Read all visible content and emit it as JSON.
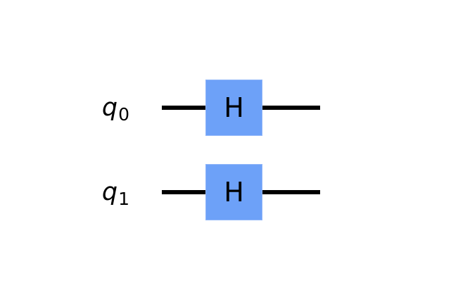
{
  "diagram": {
    "type": "quantum-circuit",
    "colors": {
      "background": "#ffffff",
      "wire": "#000000",
      "gate-fill": "#6da1f8",
      "gate-border": "#8fb5f9",
      "text": "#000000"
    },
    "qubits": [
      {
        "label_base": "q",
        "label_sub": "0",
        "gates": [
          {
            "label": "H",
            "type": "hadamard"
          }
        ]
      },
      {
        "label_base": "q",
        "label_sub": "1",
        "gates": [
          {
            "label": "H",
            "type": "hadamard"
          }
        ]
      }
    ]
  }
}
